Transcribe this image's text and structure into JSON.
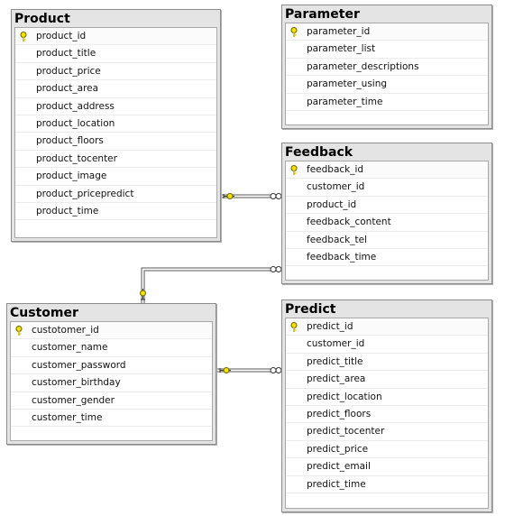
{
  "tables": {
    "product": {
      "title": "Product",
      "columns": [
        "product_id",
        "product_title",
        "product_price",
        "product_area",
        "product_address",
        "product_location",
        "product_floors",
        "product_tocenter",
        "product_image",
        "product_pricepredict",
        "product_time"
      ]
    },
    "parameter": {
      "title": "Parameter",
      "columns": [
        "parameter_id",
        "parameter_list",
        "parameter_descriptions",
        "parameter_using",
        "parameter_time"
      ]
    },
    "feedback": {
      "title": "Feedback",
      "columns": [
        "feedback_id",
        "customer_id",
        "product_id",
        "feedback_content",
        "feedback_tel",
        "feedback_time"
      ]
    },
    "customer": {
      "title": "Customer",
      "columns": [
        "custotomer_id",
        "customer_name",
        "customer_password",
        "customer_birthday",
        "customer_gender",
        "customer_time"
      ]
    },
    "predict": {
      "title": "Predict",
      "columns": [
        "predict_id",
        "customer_id",
        "predict_title",
        "predict_area",
        "predict_location",
        "predict_floors",
        "predict_tocenter",
        "predict_price",
        "predict_email",
        "predict_time"
      ]
    }
  },
  "relationships": [
    {
      "from": "product",
      "to": "feedback",
      "one_side": "product",
      "many_side": "feedback"
    },
    {
      "from": "customer",
      "to": "feedback",
      "one_side": "customer",
      "many_side": "feedback"
    },
    {
      "from": "customer",
      "to": "predict",
      "one_side": "customer",
      "many_side": "predict"
    }
  ],
  "icons": {
    "primary_key": "key-icon",
    "one_end": "key-icon",
    "many_end": "infinity-icon"
  },
  "colors": {
    "key_fill": "#f2e200",
    "key_stroke": "#6b6200",
    "line": "#555555",
    "header_bg": "#e4e4e4",
    "body_bg": "#ffffff"
  }
}
